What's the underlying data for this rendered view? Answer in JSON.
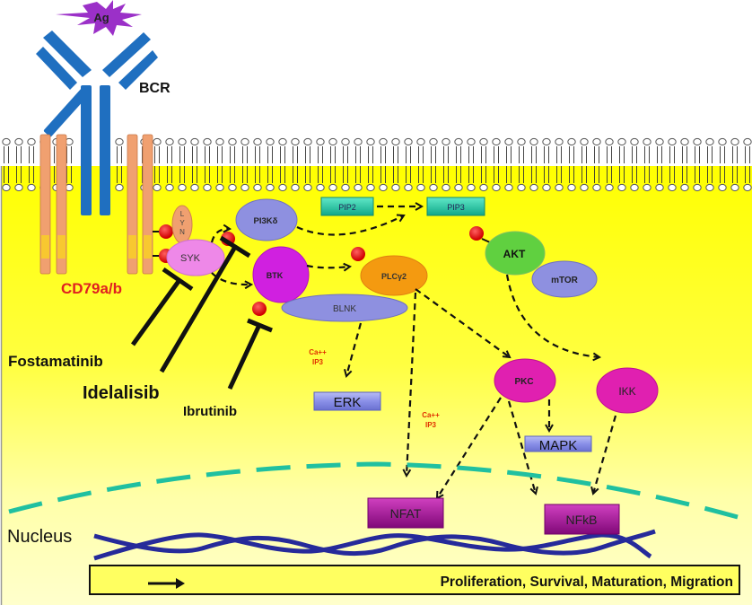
{
  "title": "B-cell receptor (BCR) signaling pathway and inhibitors",
  "colors": {
    "cytoplasm_top": "#ffff00",
    "cytoplasm_bottom": "#ffffcc",
    "bcr_blue": "#1f6fc0",
    "cd79_orange": "#f0a070",
    "antigen_purple": "#9b30c8",
    "phospho_red": "#e00000",
    "syk_pink": "#ee88e8",
    "btk_magenta": "#d020e0",
    "pi3k_lavender": "#8e90e0",
    "blnk_lavender": "#8e90e0",
    "plc_orange": "#f49a10",
    "akt_green": "#60d040",
    "mtor_lavender": "#8e90e0",
    "pip_teal": "#20c8a0",
    "pkc_magenta": "#e020b0",
    "nuclear_membrane": "#20c0a0",
    "dna_navy": "#262a9a",
    "tf_purple": "#a0108c",
    "kinase_box_blue": "#8a90e8",
    "ca_label_red": "#e03000",
    "cd79_label_red": "#e02020"
  },
  "labels": {
    "antigen": "Ag",
    "bcr": "BCR",
    "cd79": "CD79a/b",
    "lyn": "L\nY\nN",
    "lyn_letters": [
      "L",
      "Y",
      "N"
    ],
    "syk": "SYK",
    "pi3k": "PI3Kδ",
    "btk": "BTK",
    "blnk": "BLNK",
    "pip2": "PIP2",
    "pip3": "PIP3",
    "plcg2": "PLCγ2",
    "akt": "AKT",
    "mtor": "mTOR",
    "erk": "ERK",
    "pkc": "PKC",
    "ikk": "IKK",
    "mapk": "MAPK",
    "nfat": "NFAT",
    "nfkb": "NFkB",
    "nucleus": "Nucleus",
    "ca_ip3_1": [
      "Ca++",
      "IP3"
    ],
    "ca_ip3_2": [
      "Ca++",
      "IP3"
    ]
  },
  "inhibitors": [
    {
      "name": "Fostamatinib",
      "target": "SYK"
    },
    {
      "name": "Idelalisib",
      "target": "PI3Kδ"
    },
    {
      "name": "Ibrutinib",
      "target": "BTK"
    }
  ],
  "outcome": {
    "text": "Proliferation, Survival, Maturation, Migration"
  }
}
